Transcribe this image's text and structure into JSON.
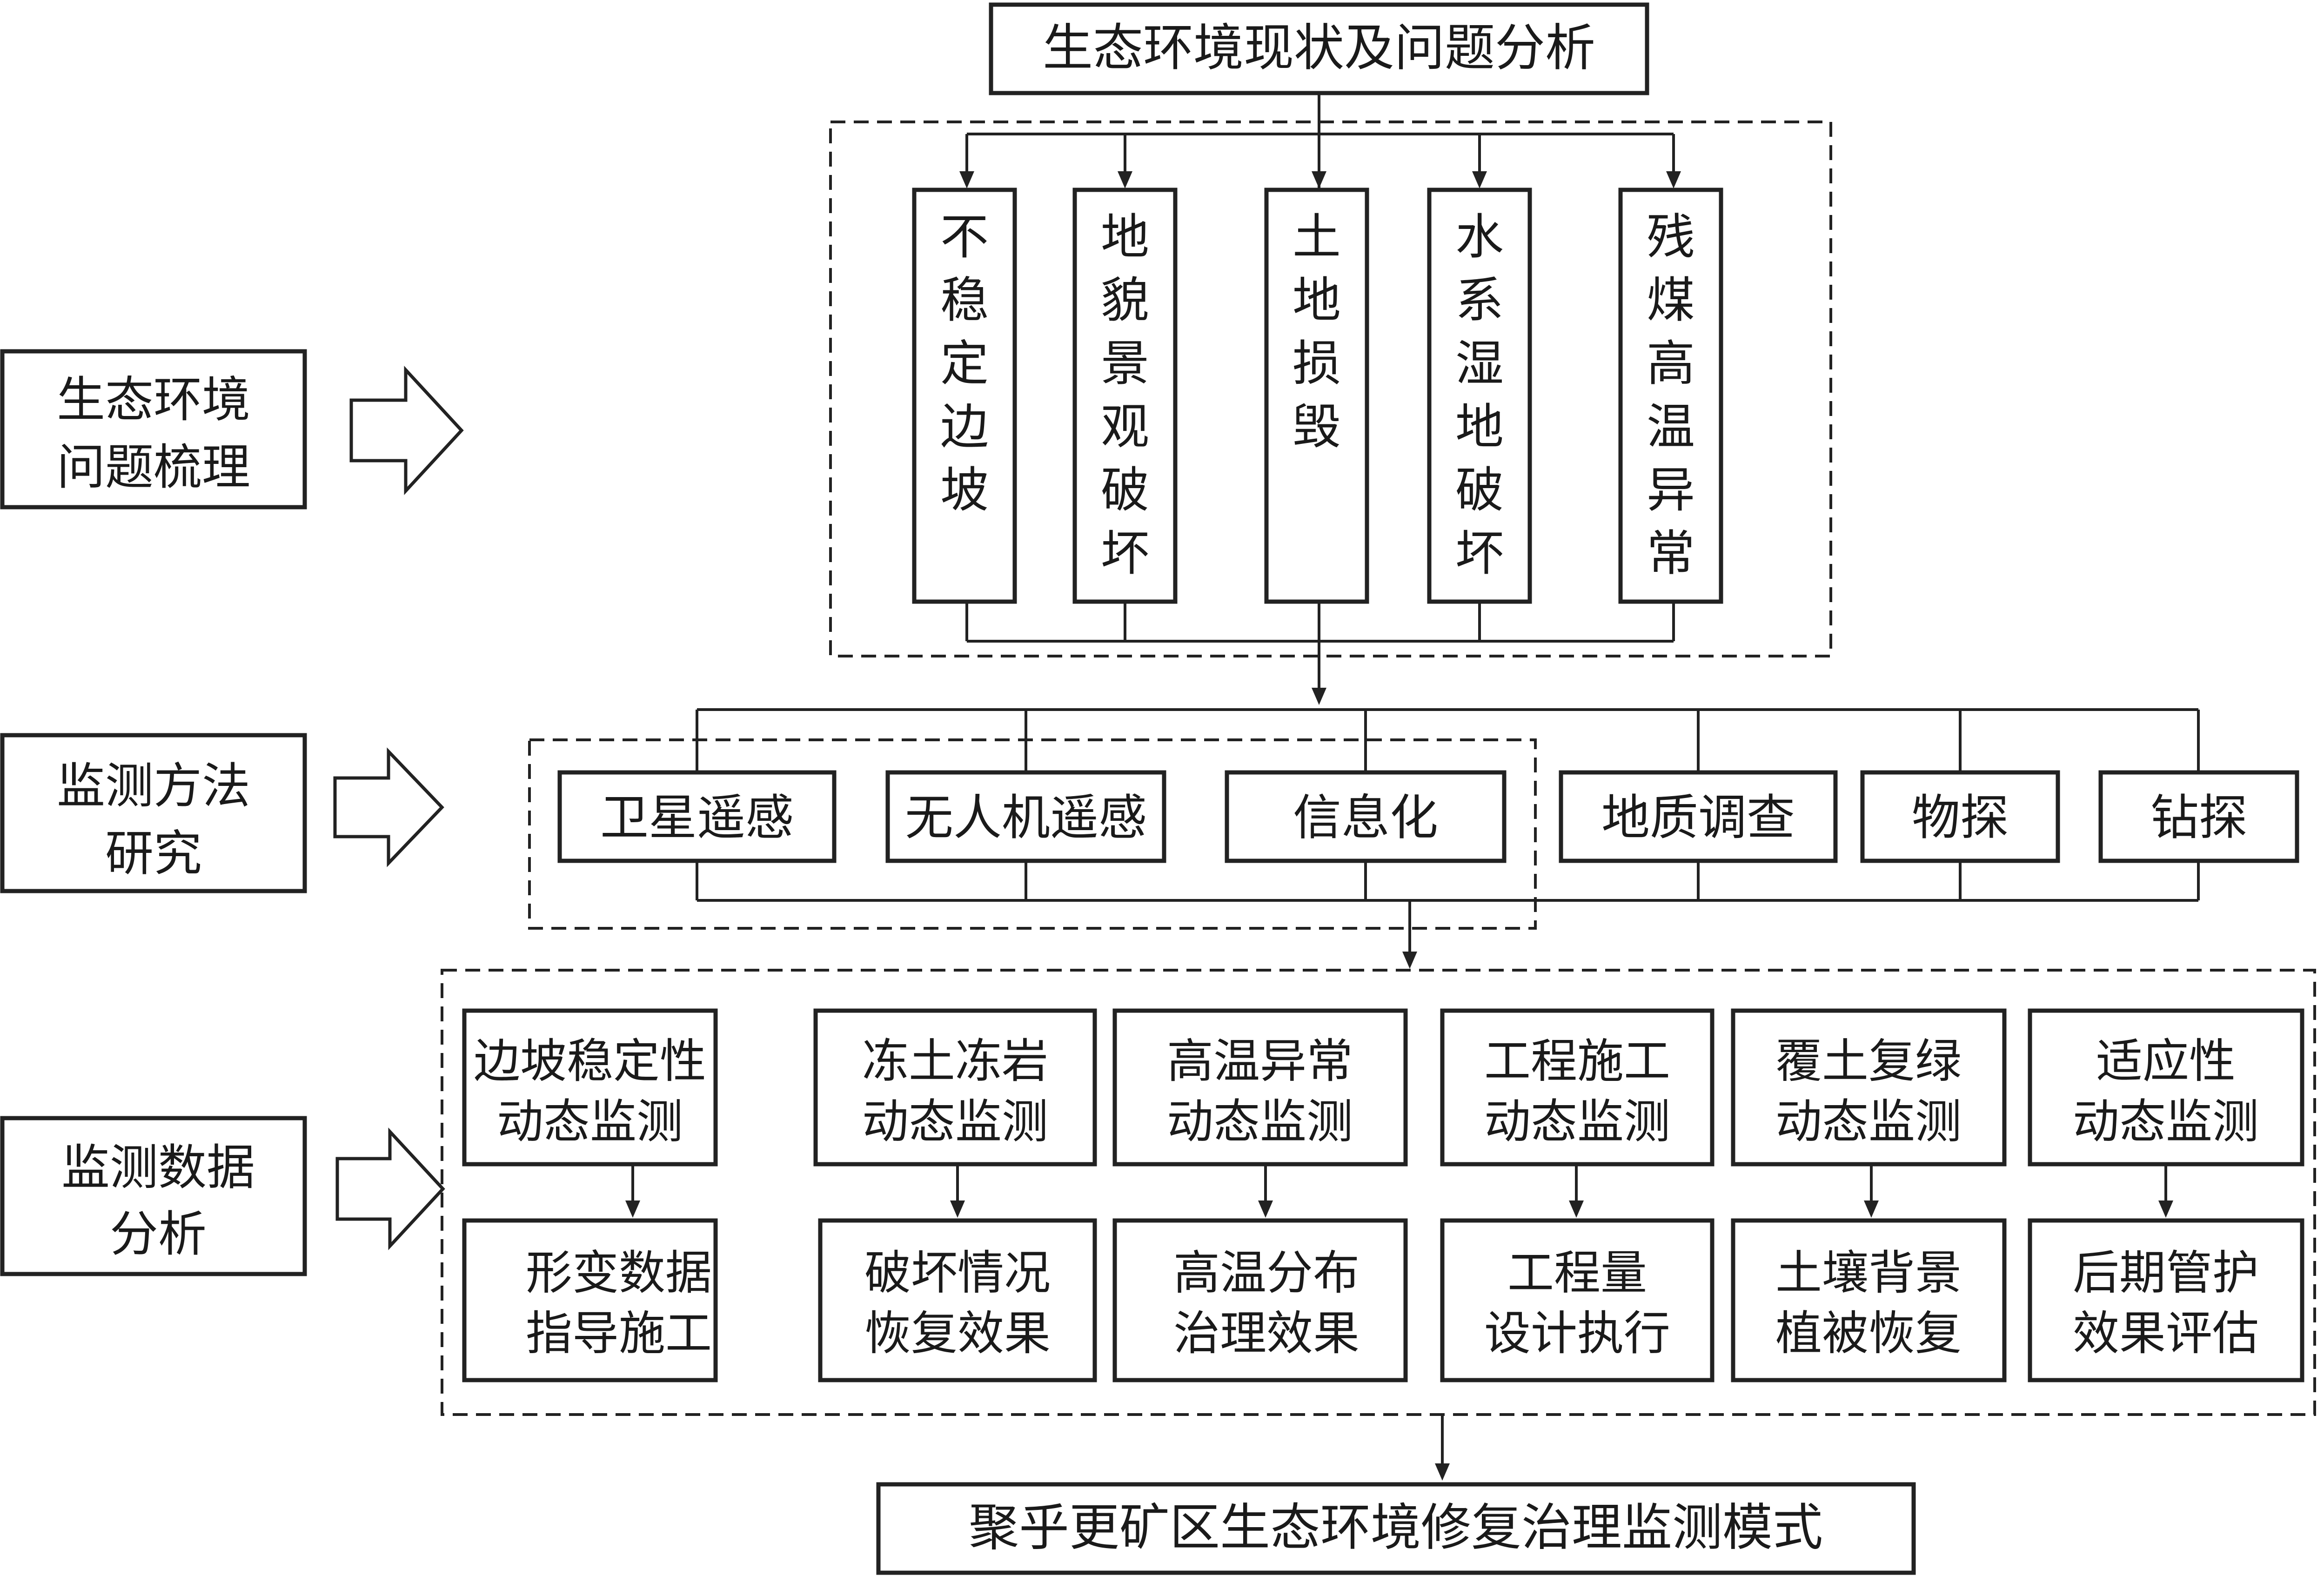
{
  "top_title": "生态环境现状及问题分析",
  "issues": [
    {
      "chars": [
        "不",
        "稳",
        "定",
        "边",
        "坡"
      ]
    },
    {
      "chars": [
        "地",
        "貌",
        "景",
        "观",
        "破",
        "坏"
      ]
    },
    {
      "chars": [
        "土",
        "地",
        "损",
        "毁"
      ]
    },
    {
      "chars": [
        "水",
        "系",
        "湿",
        "地",
        "破",
        "坏"
      ]
    },
    {
      "chars": [
        "残",
        "煤",
        "高",
        "温",
        "异",
        "常"
      ]
    }
  ],
  "stages": [
    {
      "lines": [
        "生态环境",
        "问题梳理"
      ]
    },
    {
      "lines": [
        "监测方法",
        "研究"
      ]
    },
    {
      "lines": [
        "监测数据",
        "分析"
      ]
    }
  ],
  "methods": [
    "卫星遥感",
    "无人机遥感",
    "信息化",
    "地质调查",
    "物探",
    "钻探"
  ],
  "monitoring": [
    {
      "top": [
        "边坡稳定性",
        "动态监测"
      ],
      "bottom": [
        "形变数据",
        "指导施工"
      ]
    },
    {
      "top": [
        "冻土冻岩",
        "动态监测"
      ],
      "bottom": [
        "破坏情况",
        "恢复效果"
      ]
    },
    {
      "top": [
        "高温异常",
        "动态监测"
      ],
      "bottom": [
        "高温分布",
        "治理效果"
      ]
    },
    {
      "top": [
        "工程施工",
        "动态监测"
      ],
      "bottom": [
        "工程量",
        "设计执行"
      ]
    },
    {
      "top": [
        "覆土复绿",
        "动态监测"
      ],
      "bottom": [
        "土壤背景",
        "植被恢复"
      ]
    },
    {
      "top": [
        "适应性",
        "动态监测"
      ],
      "bottom": [
        "后期管护",
        "效果评估"
      ]
    }
  ],
  "bottom_title": "聚乎更矿区生态环境修复治理监测模式"
}
